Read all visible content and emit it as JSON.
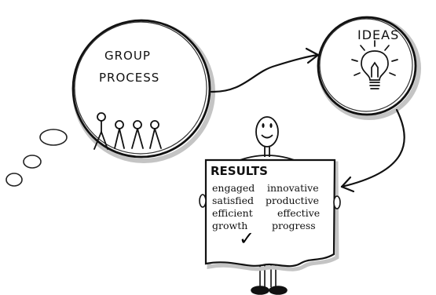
{
  "labels": {
    "group_line1": "GROUP",
    "group_line2": "PROCESS",
    "ideas": "IDEAS",
    "results_title": "RESULTS",
    "checkmark": "✓"
  },
  "results_words": [
    [
      "engaged",
      "innovative"
    ],
    [
      "satisfied",
      "productive"
    ],
    [
      "efficient",
      "effective"
    ],
    [
      "growth",
      "progress"
    ]
  ],
  "icons": [
    "thought-bubble",
    "lightbulb-icon",
    "stick-figure",
    "checkmark-icon"
  ],
  "colors": {
    "ink": "#111111",
    "paper": "#ffffff",
    "shadow": "#b0b0b0"
  }
}
